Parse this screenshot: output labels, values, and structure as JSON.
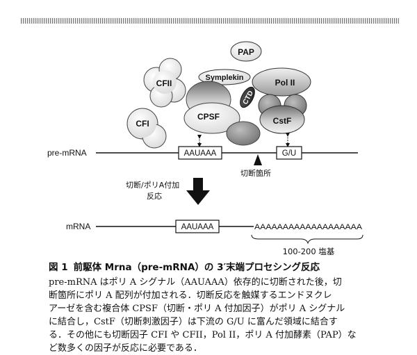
{
  "proteins": {
    "pap": "PAP",
    "symplekin": "Symplekin",
    "pol2": "Pol II",
    "ctd": "CTD",
    "cfii": "CFII",
    "cpsf": "CPSF",
    "cstf": "CstF",
    "cfi": "CFI"
  },
  "pre_mrna": {
    "label": "pre-mRNA",
    "signal": "AAUAAA",
    "gu": "G/U",
    "cleavage_site": "切断箇所"
  },
  "reaction": {
    "line1": "切断/ポリA付加",
    "line2": "反応"
  },
  "mrna": {
    "label": "mRNA",
    "signal": "AAUAAA",
    "poly_a": "AAAAAAAAAAAAAAAAAAA",
    "length_label": "100-200 塩基"
  },
  "caption": {
    "fig_no": "図 1",
    "title": "前駆体 Mrna（pre-mRNA）の 3′末端プロセシング反応",
    "lines": [
      "pre-mRNA はポリ A シグナル（AAUAAA）依存的に切断された後，切",
      "断箇所にポリ A 配列が付加される．切断反応を触媒するエンドヌクレ",
      "アーゼを含む複合体 CPSF（切断・ポリ A 付加因子）がポリ A シグナル",
      "に結合し，CstF（切断刺激因子）は下流の G/U に富んだ領域に結合す",
      "る．その他にも切断因子 CFI や CFII，Pol II，ポリ A 付加酵素（PAP）な",
      "ど数多くの因子が反応に必要である．"
    ]
  },
  "colors": {
    "protein_light": "#f2f2f2",
    "protein_dark": "#8a8a8a",
    "outline": "#333333"
  }
}
